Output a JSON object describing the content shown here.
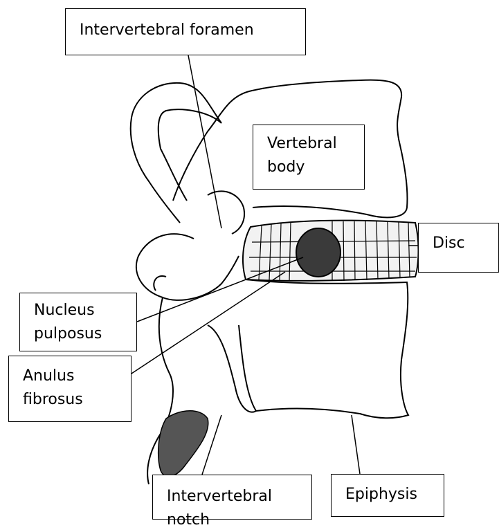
{
  "labels": {
    "intervertebral_foramen": "Intervertebral foramen",
    "vertebral_body": "Vertebral\nbody",
    "disc": "Disc",
    "nucleus_pulposus": "Nucleus\npulposus",
    "anulus_fibrosus": "Anulus\nfibrosus",
    "intervertebral_notch": "Intervertebral\nnotch",
    "epiphysis": "Epiphysis"
  },
  "colors": {
    "line": "#000000",
    "background": "#ffffff",
    "stipple": "#2a2a2a"
  }
}
